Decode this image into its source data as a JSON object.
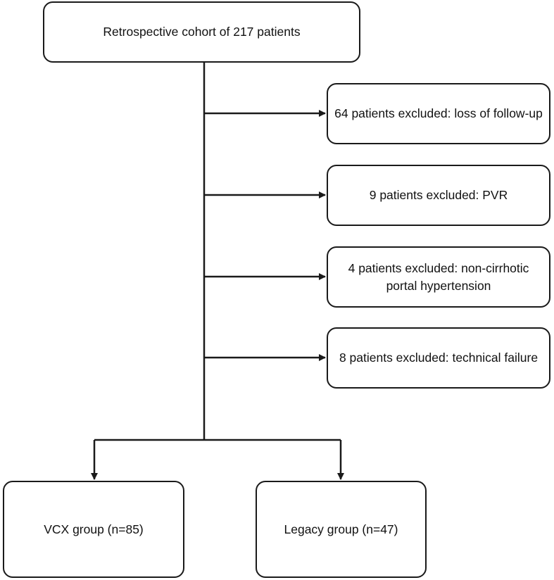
{
  "cohort": {
    "label": "Retrospective cohort of 217 patients"
  },
  "exclusions": [
    {
      "label": "64 patients excluded: loss of follow-up"
    },
    {
      "label": "9 patients excluded: PVR"
    },
    {
      "label": "4 patients excluded: non-cirrhotic portal hypertension"
    },
    {
      "label": "8 patients excluded: technical failure"
    }
  ],
  "groups": [
    {
      "label": "VCX group (n=85)"
    },
    {
      "label": "Legacy group (n=47)"
    }
  ],
  "colors": {
    "line": "#1a1a1a",
    "box_border": "#1a1a1a",
    "background": "#ffffff"
  }
}
